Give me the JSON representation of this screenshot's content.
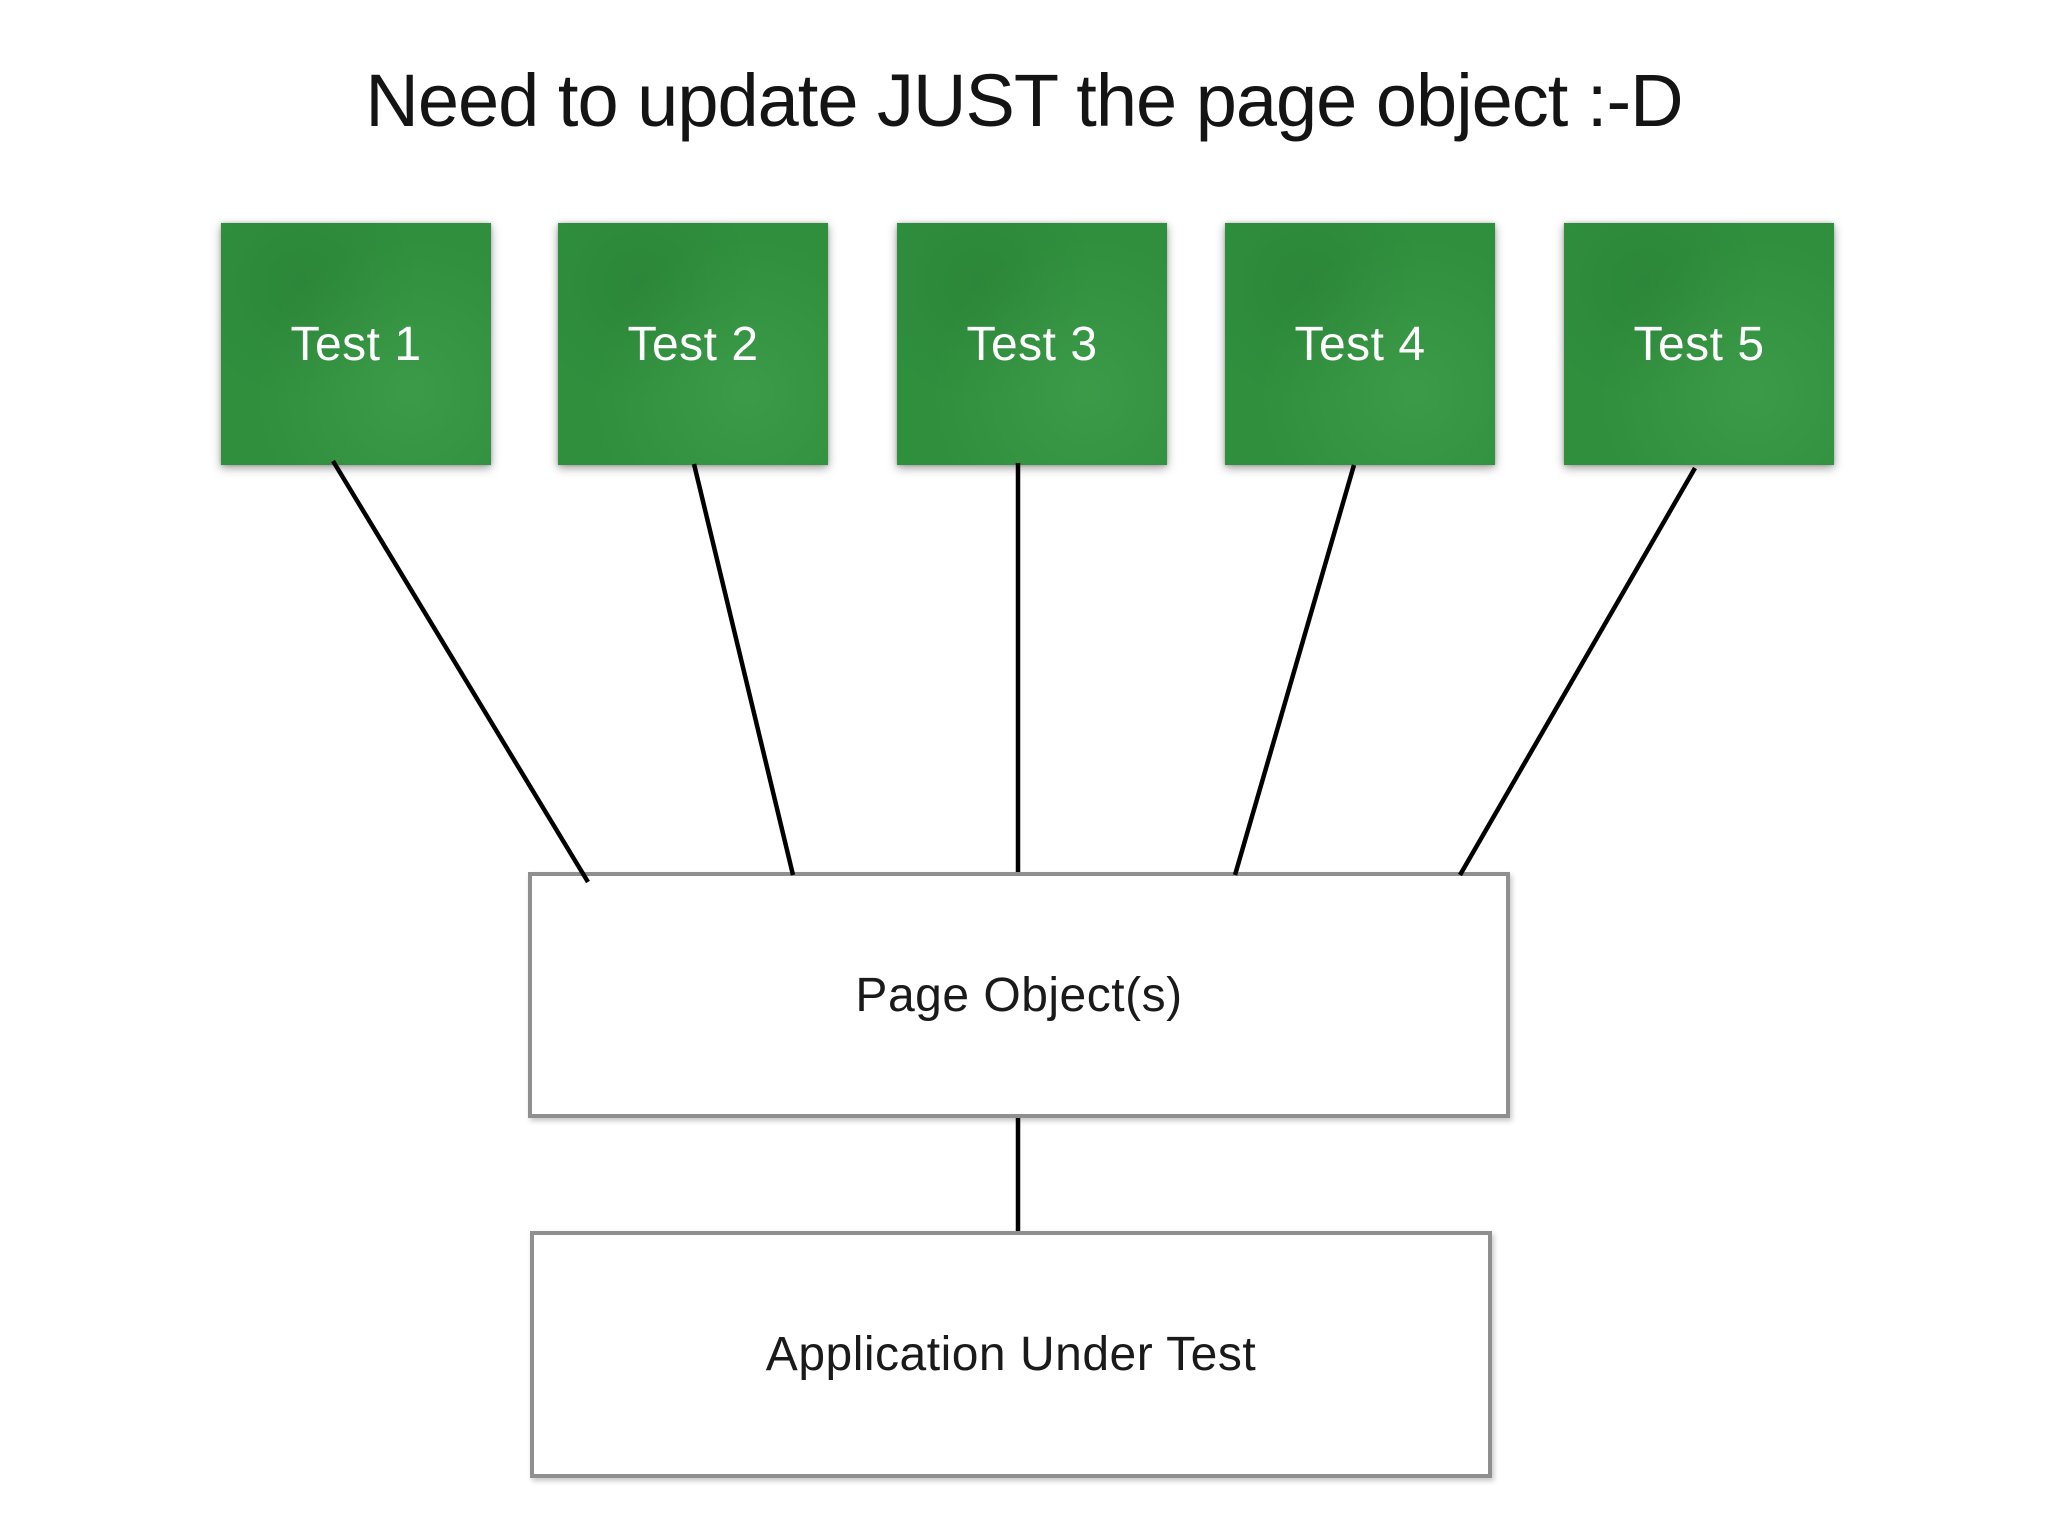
{
  "title": "Need to update JUST the page object :-D",
  "tests": [
    {
      "label": "Test 1"
    },
    {
      "label": "Test 2"
    },
    {
      "label": "Test 3"
    },
    {
      "label": "Test 4"
    },
    {
      "label": "Test 5"
    }
  ],
  "page_object": {
    "label": "Page Object(s)"
  },
  "application_under_test": {
    "label": "Application Under Test"
  },
  "colors": {
    "background": "#ffffff",
    "title": "#141414",
    "test_box": "#31953f",
    "test_label": "#ffffff",
    "box_border": "#8f8f8f",
    "connector": "#000000"
  }
}
